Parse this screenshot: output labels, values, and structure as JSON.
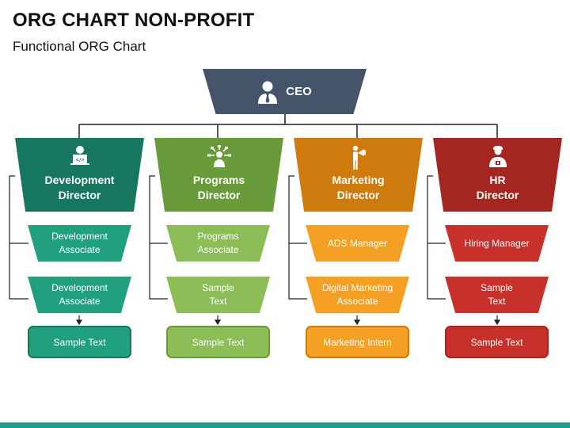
{
  "title": "ORG CHART NON-PROFIT",
  "subtitle": "Functional ORG Chart",
  "ceo": {
    "label": "CEO",
    "color": "#44546a",
    "icon": "user-tie-icon"
  },
  "departments": [
    {
      "id": "dev",
      "director_line1": "Development",
      "director_line2": "Director",
      "icon": "developer-laptop-icon",
      "color_dark": "#17765f",
      "color_light": "#21a080",
      "sub1_line1": "Development",
      "sub1_line2": "Associate",
      "sub2_line1": "Development",
      "sub2_line2": "Associate",
      "bottom": "Sample Text"
    },
    {
      "id": "programs",
      "director_line1": "Programs",
      "director_line2": "Director",
      "icon": "network-people-icon",
      "color_dark": "#6a9b3a",
      "color_light": "#8cbd56",
      "sub1_line1": "Programs",
      "sub1_line2": "Associate",
      "sub2_line1": "Sample",
      "sub2_line2": "Text",
      "bottom": "Sample Text"
    },
    {
      "id": "marketing",
      "director_line1": "Marketing",
      "director_line2": "Director",
      "icon": "megaphone-person-icon",
      "color_dark": "#cf7a0c",
      "color_light": "#f4a024",
      "sub1_line1": "ADS Manager",
      "sub1_line2": "",
      "sub2_line1": "Digital Marketing",
      "sub2_line2": "Associate",
      "bottom": "Marketing Intern"
    },
    {
      "id": "hr",
      "director_line1": "HR",
      "director_line2": "Director",
      "icon": "hr-person-badge-icon",
      "color_dark": "#a52621",
      "color_light": "#c7302b",
      "sub1_line1": "Hiring Manager",
      "sub1_line2": "",
      "sub2_line1": "Sample",
      "sub2_line2": "Text",
      "bottom": "Sample Text"
    }
  ]
}
